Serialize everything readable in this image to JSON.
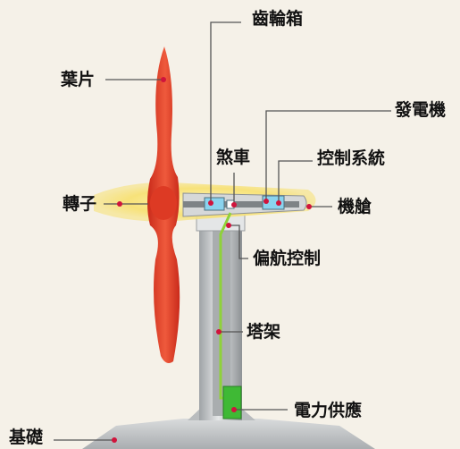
{
  "labels": {
    "gearbox": "齒輪箱",
    "blade": "葉片",
    "generator": "發電機",
    "brake": "煞車",
    "control_system": "控制系統",
    "rotor": "轉子",
    "nacelle": "機艙",
    "yaw_control": "偏航控制",
    "tower": "塔架",
    "power_supply": "電力供應",
    "foundation": "基礎"
  },
  "colors": {
    "background": "#f5f1e8",
    "blade": "#e8402a",
    "nacelle_glow": "#f7e27a",
    "tower_body": "#c8cacb",
    "cable": "#8fd13a",
    "power_box": "#3fb935",
    "component_highlight": "#8ad3ee",
    "callout_dot": "#d0143c",
    "leader_line": "#555555"
  }
}
